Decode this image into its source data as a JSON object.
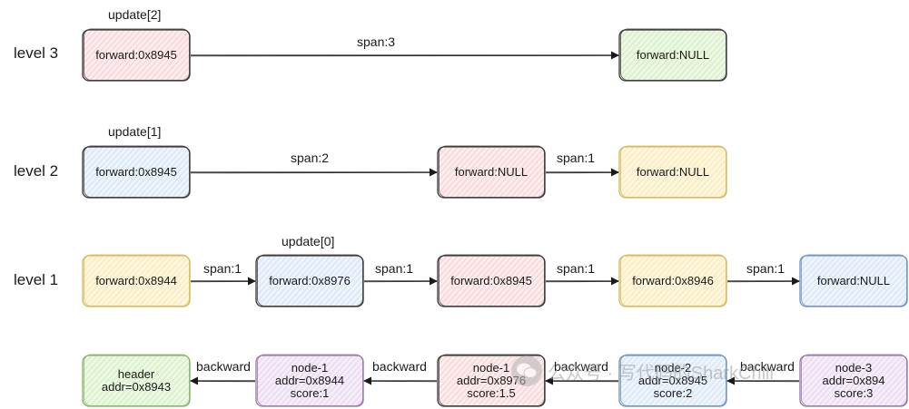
{
  "level_labels": [
    "level 3",
    "level 2",
    "level 1"
  ],
  "update_labels": [
    "update[2]",
    "update[1]",
    "update[0]"
  ],
  "levels": {
    "l3": {
      "nodes": [
        "forward:0x8945",
        "forward:NULL"
      ],
      "spans": [
        "span:3"
      ]
    },
    "l2": {
      "nodes": [
        "forward:0x8945",
        "forward:NULL",
        "forward:NULL"
      ],
      "spans": [
        "span:2",
        "span:1"
      ]
    },
    "l1": {
      "nodes": [
        "forward:0x8944",
        "forward:0x8976",
        "forward:0x8945",
        "forward:0x8946",
        "forward:NULL"
      ],
      "spans": [
        "span:1",
        "span:1",
        "span:1",
        "span:1"
      ]
    }
  },
  "bottom": {
    "nodes": [
      {
        "lines": [
          "header",
          "addr=0x8943"
        ]
      },
      {
        "lines": [
          "node-1",
          "addr=0x8944",
          "score:1"
        ]
      },
      {
        "lines": [
          "node-1",
          "addr=0x8976",
          "score:1.5"
        ]
      },
      {
        "lines": [
          "node-2",
          "addr=0x8945",
          "score:2"
        ]
      },
      {
        "lines": [
          "node-3",
          "addr=0x894",
          "score:3"
        ]
      }
    ],
    "arrow_labels": [
      "backward",
      "backward",
      "backward",
      "backward"
    ]
  },
  "watermark": "公众号 · 写代码的SharkChili",
  "colors": {
    "pink_fill": "#f8d4d8",
    "pink_stroke": "#c9848b",
    "green_fill": "#d5efc4",
    "green_stroke": "#82b366",
    "blue_fill": "#d6e6f6",
    "blue_stroke": "#6c8ebf",
    "yellow_fill": "#faeab8",
    "yellow_stroke": "#d6b656",
    "purple_fill": "#e9d8f0",
    "purple_stroke": "#9673a6",
    "dark_stroke": "#333333"
  }
}
